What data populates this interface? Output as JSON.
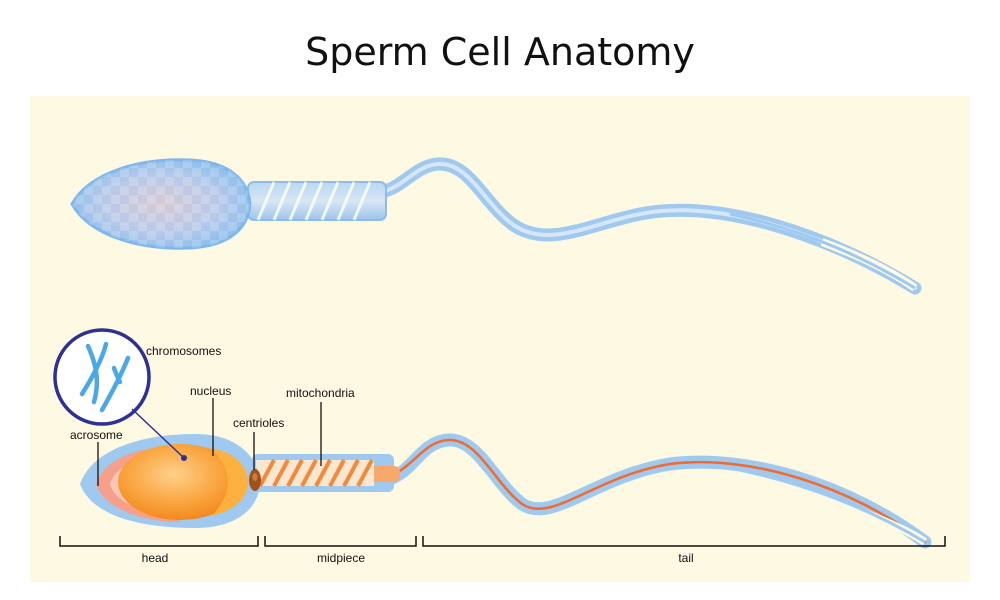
{
  "title": "Sperm Cell Anatomy",
  "colors": {
    "background": "#fdf9e3",
    "membrane": "#9fc9ef",
    "membrane_dark": "#6fa6dd",
    "nucleus": "#f7941d",
    "acrosome": "#f4a08a",
    "centriole": "#a0521c",
    "inset_border": "#2e3192",
    "chromosome": "#4aa8e8",
    "axoneme": "#f26b2c"
  },
  "labels": {
    "chromosomes": "chromosomes",
    "nucleus": "nucleus",
    "acrosome": "acrosome",
    "centrioles": "centrioles",
    "mitochondria": "mitochondria"
  },
  "regions": {
    "head": "head",
    "midpiece": "midpiece",
    "tail": "tail"
  }
}
